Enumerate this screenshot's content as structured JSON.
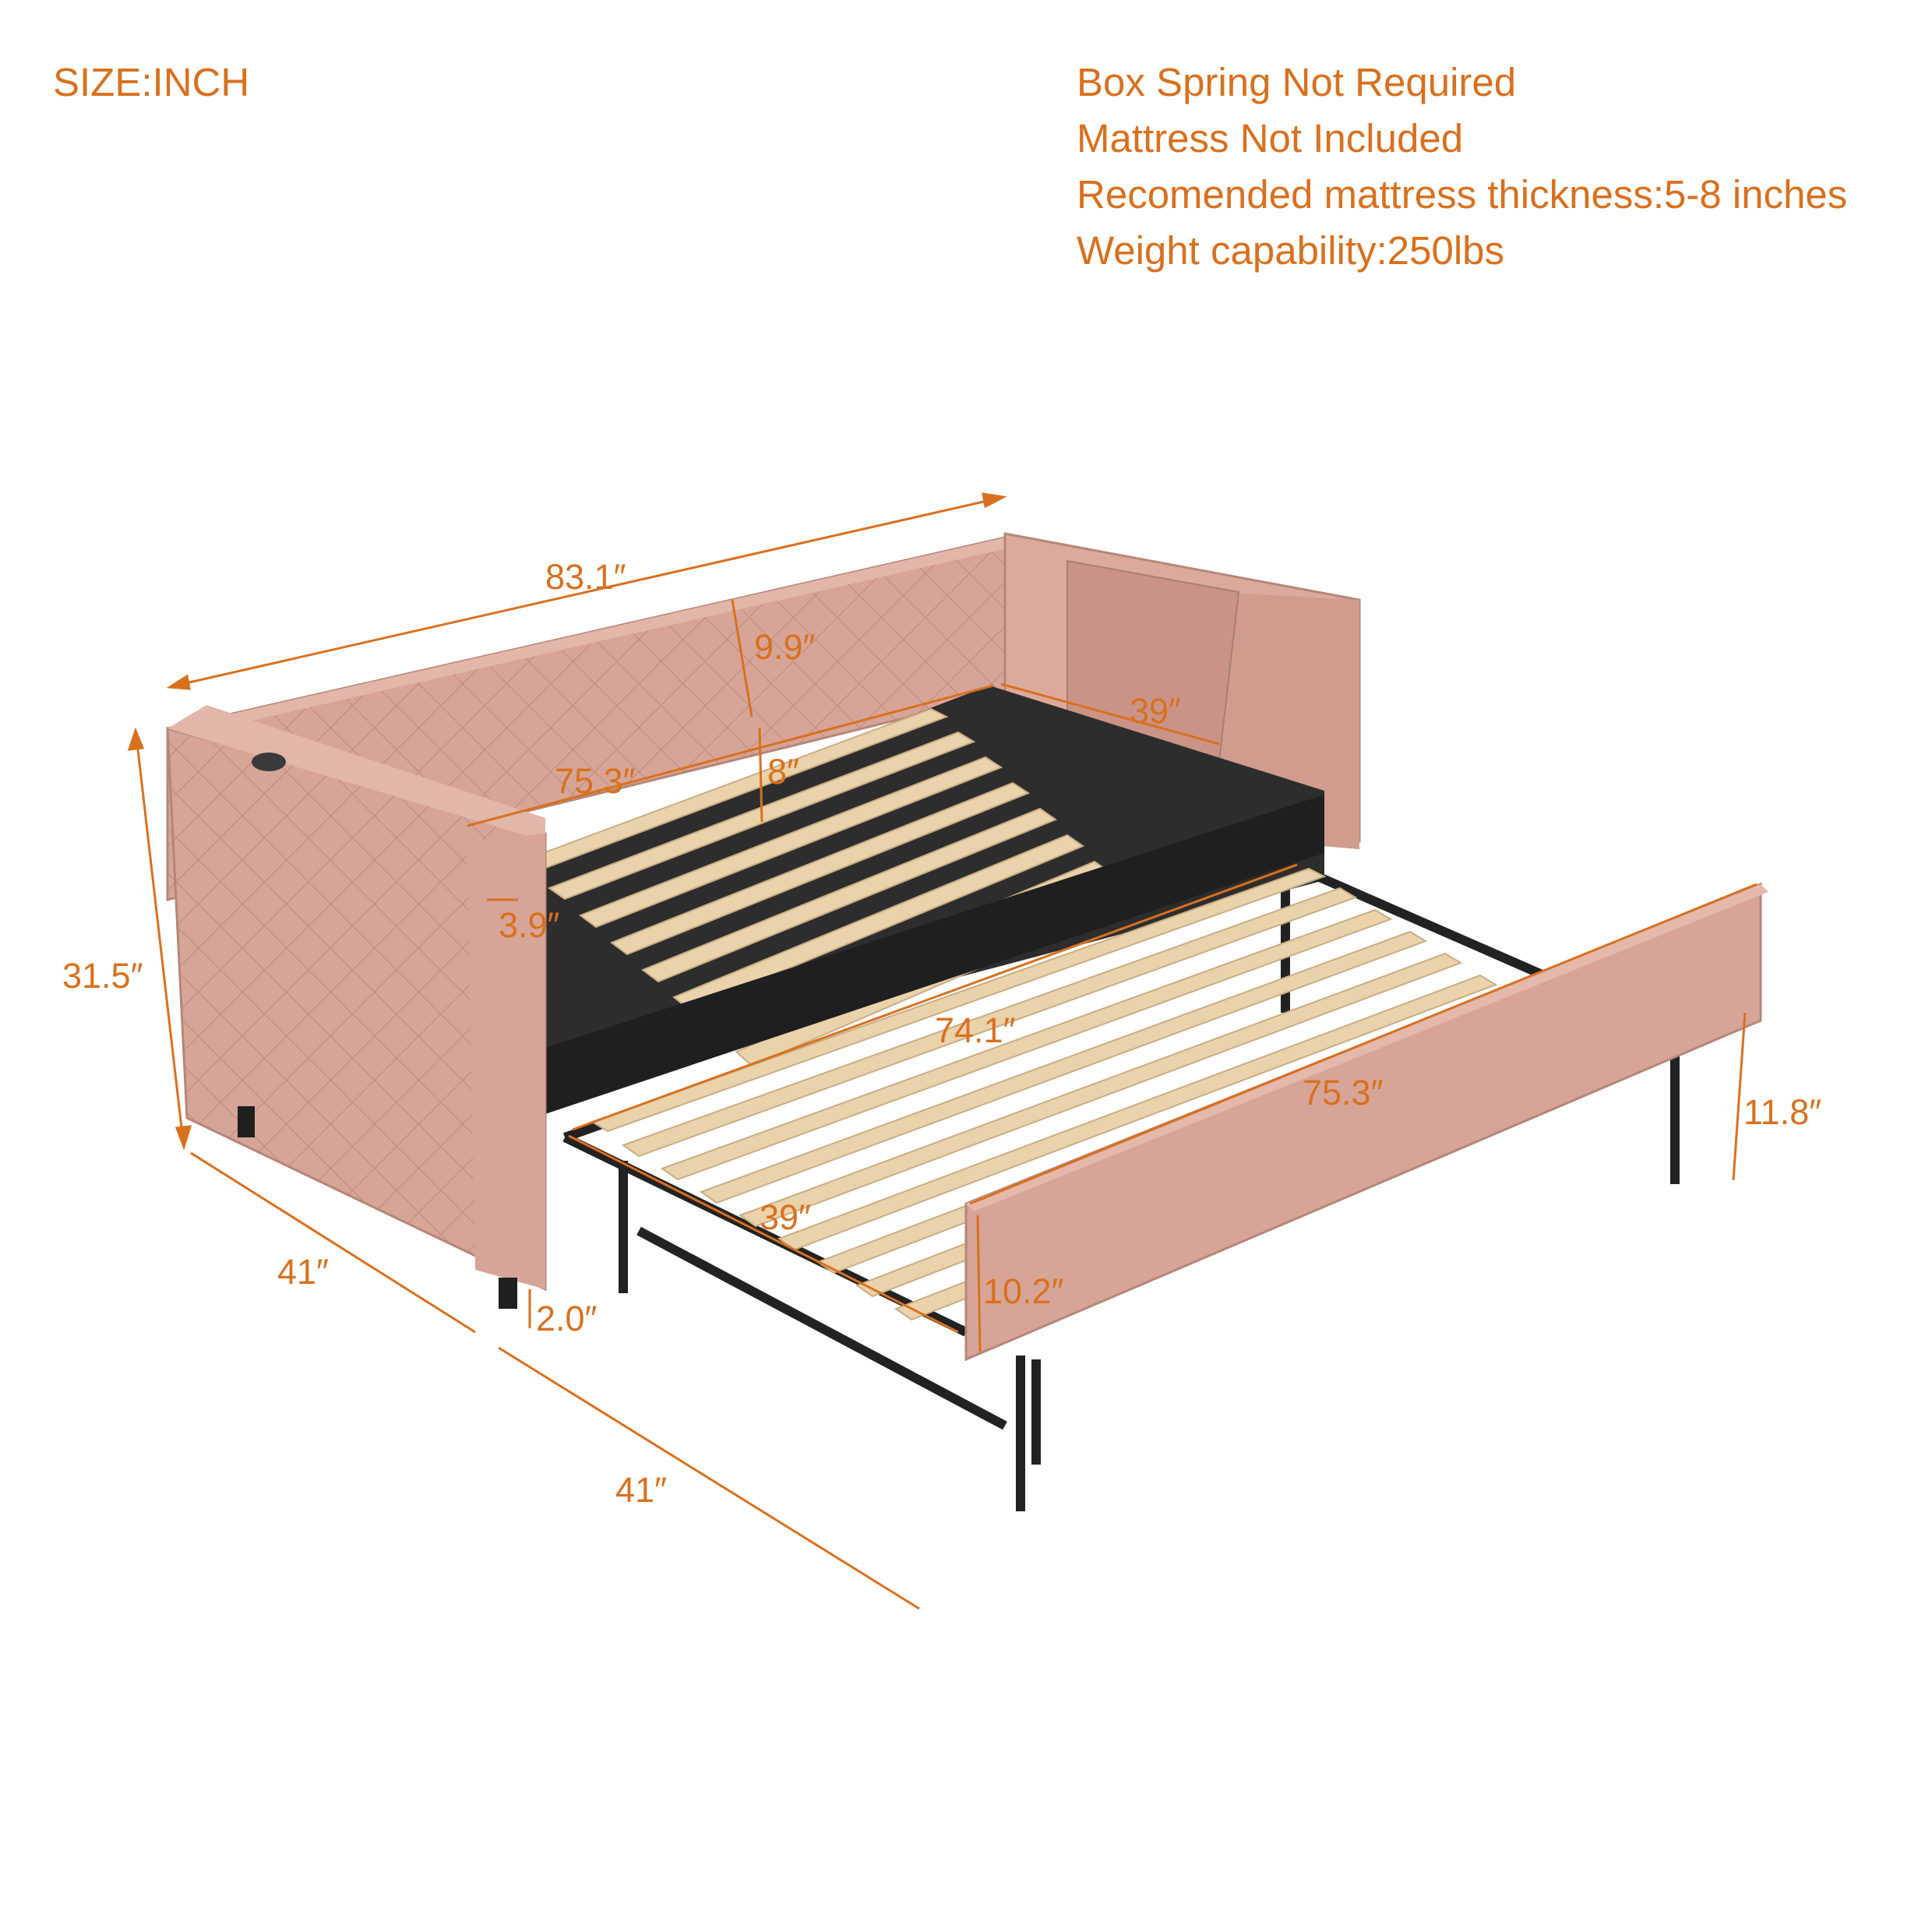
{
  "header": {
    "size_unit": "SIZE:INCH"
  },
  "specs": [
    "Box Spring Not Required",
    "Mattress Not Included",
    "Recomended mattress thickness:5-8 inches",
    "Weight capability:250lbs"
  ],
  "dimensions": {
    "overall_length": "83.1″",
    "overall_height": "31.5″",
    "backrest_height": "9.9″",
    "inner_depth": "8″",
    "armrest_inner_width": "39″",
    "main_inner_length": "75.3″",
    "armrest_thickness": "3.9″",
    "main_depth": "41″",
    "leg_height": "2.0″",
    "trundle_depth": "41″",
    "trundle_slat_length": "74.1″",
    "trundle_length": "75.3″",
    "trundle_height": "11.8″",
    "trundle_width": "39″",
    "trundle_panel_height": "10.2″"
  },
  "colors": {
    "annotation": "#d9701e",
    "upholstery": "#d9a89c",
    "slats": "#ead2aa",
    "frame": "#2a2a2a"
  }
}
